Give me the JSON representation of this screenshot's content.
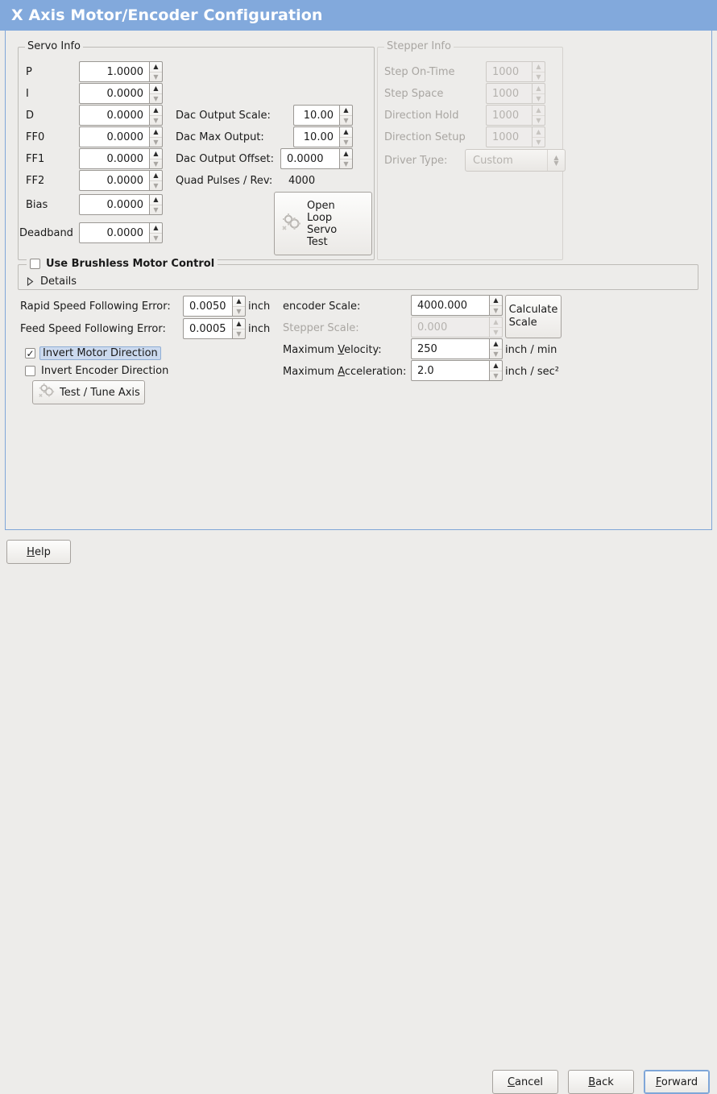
{
  "window": {
    "title": "X Axis Motor/Encoder Configuration",
    "titlebar_color": "#82a9dc",
    "accent_color": "#7fa6d8",
    "background_color": "#edecea"
  },
  "servo_info": {
    "legend": "Servo Info",
    "rows": [
      {
        "label": "P",
        "value": "1.0000"
      },
      {
        "label": "I",
        "value": "0.0000"
      },
      {
        "label": "D",
        "value": "0.0000"
      },
      {
        "label": "FF0",
        "value": "0.0000"
      },
      {
        "label": "FF1",
        "value": "0.0000"
      },
      {
        "label": "FF2",
        "value": "0.0000"
      },
      {
        "label": "Bias",
        "value": "0.0000"
      },
      {
        "label": "Deadband",
        "value": "0.0000"
      }
    ],
    "dac": [
      {
        "label": "Dac Output Scale:",
        "value": "10.00"
      },
      {
        "label": "Dac Max Output:",
        "value": "10.00"
      },
      {
        "label": "Dac Output Offset:",
        "value": "0.0000"
      }
    ],
    "quad_pulses_label": "Quad Pulses / Rev:",
    "quad_pulses_value": "4000",
    "open_loop_button": {
      "line1": "Open",
      "line2": "Loop",
      "line3": "Servo",
      "line4": "Test",
      "icon": "gears-icon"
    }
  },
  "stepper_info": {
    "legend": "Stepper Info",
    "enabled": false,
    "rows": [
      {
        "label": "Step On-Time",
        "value": "1000"
      },
      {
        "label": "Step Space",
        "value": "1000"
      },
      {
        "label": "Direction Hold",
        "value": "1000"
      },
      {
        "label": "Direction Setup",
        "value": "1000"
      }
    ],
    "driver_type_label": "Driver Type:",
    "driver_type_value": "Custom"
  },
  "brushless": {
    "checkbox_label": "Use Brushless Motor Control",
    "checked": false,
    "details_label": "Details",
    "details_expanded": false
  },
  "tuning": {
    "rapid_error_label": "Rapid Speed Following Error:",
    "rapid_error_value": "0.0050",
    "rapid_error_unit": "inch",
    "feed_error_label": "Feed Speed Following Error:",
    "feed_error_value": "0.0005",
    "feed_error_unit": "inch",
    "invert_motor_label": "Invert Motor Direction",
    "invert_motor_checked": true,
    "invert_encoder_label": "Invert Encoder Direction",
    "invert_encoder_checked": false,
    "test_tune_button": "Test / Tune Axis"
  },
  "scales": {
    "encoder_scale_label": "encoder Scale:",
    "encoder_scale_value": "4000.000",
    "stepper_scale_label": "Stepper Scale:",
    "stepper_scale_value": "0.000",
    "stepper_scale_enabled": false,
    "calculate_line1": "Calculate",
    "calculate_line2": "Scale",
    "max_velocity_label_pre": "Maximum ",
    "max_velocity_label_mn": "V",
    "max_velocity_label_post": "elocity:",
    "max_velocity_value": "250",
    "max_velocity_unit": "inch / min",
    "max_accel_label_pre": "Maximum ",
    "max_accel_label_mn": "A",
    "max_accel_label_post": "cceleration:",
    "max_accel_value": "2.0",
    "max_accel_unit": "inch / sec²"
  },
  "footer": {
    "help_pre": "",
    "help_mn": "H",
    "help_post": "elp",
    "cancel_mn": "C",
    "cancel_post": "ancel",
    "back_mn": "B",
    "back_post": "ack",
    "forward_mn": "F",
    "forward_post": "orward",
    "forward_focused": true
  }
}
